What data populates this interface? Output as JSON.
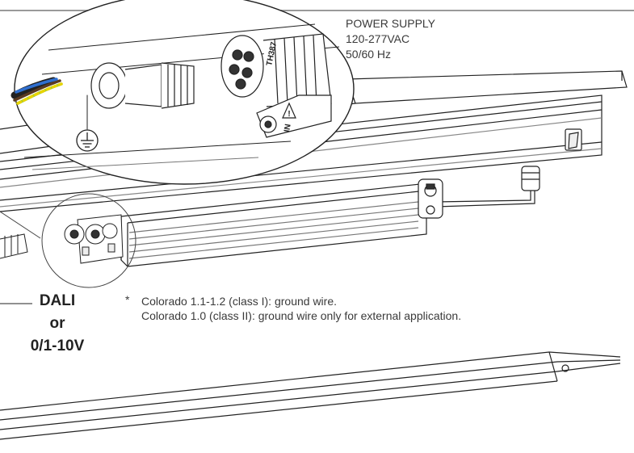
{
  "power_supply": {
    "title": "POWER SUPPLY",
    "voltage": "120-277VAC",
    "frequency": "50/60 Hz"
  },
  "control": {
    "line1": "DALI",
    "line2": "or",
    "line3": "0/1-10V"
  },
  "note": {
    "marker": "*",
    "line1": "Colorado 1.1-1.2 (class I): ground wire.",
    "line2": "Colorado 1.0 (class II): ground wire only for external application."
  },
  "connector_marks": {
    "code": "TH387",
    "input": "IN"
  },
  "colors": {
    "wire_blue": "#2f6fd0",
    "wire_brown": "#5a3a22",
    "wire_green_yellow": "#8cc63f",
    "line": "#222222"
  }
}
